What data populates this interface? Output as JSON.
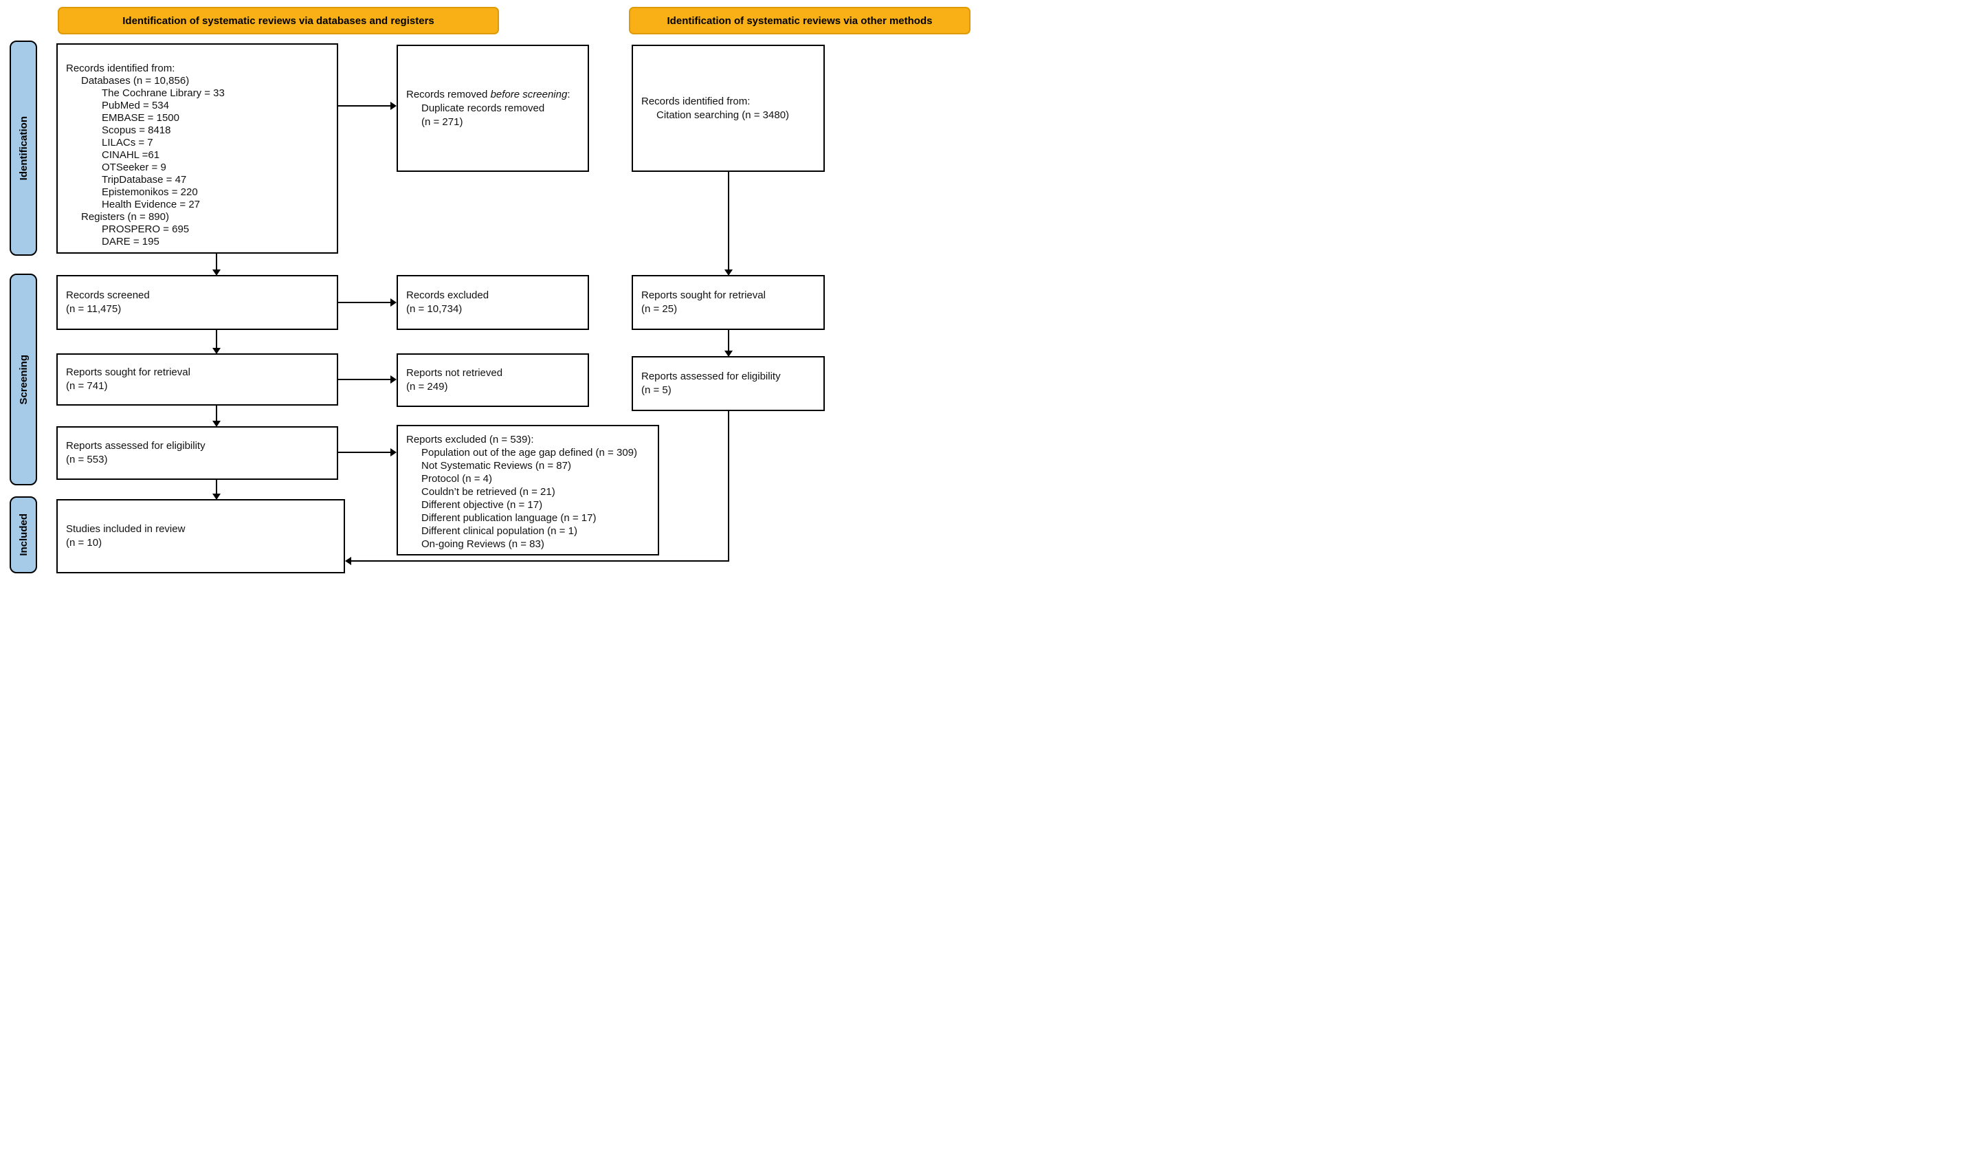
{
  "headers": {
    "databases_registers": "Identification of systematic reviews via databases and registers",
    "other_methods": "Identification of systematic reviews via other methods"
  },
  "stages": [
    {
      "id": "identification",
      "label": "Identification"
    },
    {
      "id": "screening",
      "label": "Screening"
    },
    {
      "id": "included",
      "label": "Included"
    }
  ],
  "colors": {
    "header_bg": "#F9B016",
    "header_border": "#DE9A05",
    "stage_bg": "#A5CBE9",
    "box_border": "#000000",
    "line": "#000000"
  },
  "boxes": {
    "records_identified": {
      "lines": [
        {
          "indent": 0,
          "runs": [
            {
              "text": "Records identified from:"
            }
          ]
        },
        {
          "indent": 1,
          "runs": [
            {
              "text": "Databases (n = 10,856)"
            }
          ]
        },
        {
          "indent": 2,
          "runs": [
            {
              "text": "The Cochrane Library = 33"
            }
          ]
        },
        {
          "indent": 2,
          "runs": [
            {
              "text": "PubMed = 534"
            }
          ]
        },
        {
          "indent": 2,
          "runs": [
            {
              "text": "EMBASE = 1500"
            }
          ]
        },
        {
          "indent": 2,
          "runs": [
            {
              "text": "Scopus = 8418"
            }
          ]
        },
        {
          "indent": 2,
          "runs": [
            {
              "text": "LILACs = 7"
            }
          ]
        },
        {
          "indent": 2,
          "runs": [
            {
              "text": "CINAHL =61"
            }
          ]
        },
        {
          "indent": 2,
          "runs": [
            {
              "text": "OTSeeker = 9"
            }
          ]
        },
        {
          "indent": 2,
          "runs": [
            {
              "text": "TripDatabase = 47"
            }
          ]
        },
        {
          "indent": 2,
          "runs": [
            {
              "text": "Epistemonikos = 220"
            }
          ]
        },
        {
          "indent": 2,
          "runs": [
            {
              "text": "Health Evidence = 27"
            }
          ]
        },
        {
          "indent": 1,
          "runs": [
            {
              "text": "Registers (n = 890)"
            }
          ]
        },
        {
          "indent": 2,
          "runs": [
            {
              "text": "PROSPERO = 695"
            }
          ]
        },
        {
          "indent": 2,
          "runs": [
            {
              "text": "DARE = 195"
            }
          ]
        }
      ]
    },
    "records_removed": {
      "lines": [
        {
          "indent": 0,
          "runs": [
            {
              "text": "Records removed "
            },
            {
              "text": "before screening",
              "italic": true
            },
            {
              "text": ":"
            }
          ]
        },
        {
          "indent": 1,
          "runs": [
            {
              "text": "Duplicate records removed"
            }
          ]
        },
        {
          "indent": 1,
          "runs": [
            {
              "text": "(n = 271)"
            }
          ]
        }
      ]
    },
    "citation_records": {
      "lines": [
        {
          "indent": 0,
          "runs": [
            {
              "text": "Records identified from:"
            }
          ]
        },
        {
          "indent": 1,
          "runs": [
            {
              "text": "Citation searching (n = 3480)"
            }
          ]
        }
      ]
    },
    "records_screened": {
      "lines": [
        {
          "indent": 0,
          "runs": [
            {
              "text": "Records screened"
            }
          ]
        },
        {
          "indent": 0,
          "runs": [
            {
              "text": "(n = 11,475)"
            }
          ]
        }
      ]
    },
    "records_excluded": {
      "lines": [
        {
          "indent": 0,
          "runs": [
            {
              "text": "Records excluded"
            }
          ]
        },
        {
          "indent": 0,
          "runs": [
            {
              "text": "(n = 10,734)"
            }
          ]
        }
      ]
    },
    "reports_sought_other": {
      "lines": [
        {
          "indent": 0,
          "runs": [
            {
              "text": "Reports sought for retrieval"
            }
          ]
        },
        {
          "indent": 0,
          "runs": [
            {
              "text": "(n = 25)"
            }
          ]
        }
      ]
    },
    "reports_sought": {
      "lines": [
        {
          "indent": 0,
          "runs": [
            {
              "text": "Reports sought for retrieval"
            }
          ]
        },
        {
          "indent": 0,
          "runs": [
            {
              "text": "(n = 741)"
            }
          ]
        }
      ]
    },
    "reports_not_retrieved": {
      "lines": [
        {
          "indent": 0,
          "runs": [
            {
              "text": "Reports not retrieved"
            }
          ]
        },
        {
          "indent": 0,
          "runs": [
            {
              "text": "(n = 249)"
            }
          ]
        }
      ]
    },
    "reports_assessed_other": {
      "lines": [
        {
          "indent": 0,
          "runs": [
            {
              "text": "Reports assessed for eligibility"
            }
          ]
        },
        {
          "indent": 0,
          "runs": [
            {
              "text": "(n = 5)"
            }
          ]
        }
      ]
    },
    "reports_assessed": {
      "lines": [
        {
          "indent": 0,
          "runs": [
            {
              "text": "Reports assessed for eligibility"
            }
          ]
        },
        {
          "indent": 0,
          "runs": [
            {
              "text": "(n = 553)"
            }
          ]
        }
      ]
    },
    "reports_excluded": {
      "lines": [
        {
          "indent": 0,
          "runs": [
            {
              "text": "Reports excluded (n = 539):"
            }
          ]
        },
        {
          "indent": 1,
          "runs": [
            {
              "text": "Population out of the age gap defined (n = 309)"
            }
          ]
        },
        {
          "indent": 1,
          "runs": [
            {
              "text": "Not Systematic Reviews (n = 87)"
            }
          ]
        },
        {
          "indent": 1,
          "runs": [
            {
              "text": "Protocol (n = 4)"
            }
          ]
        },
        {
          "indent": 1,
          "runs": [
            {
              "text": "Couldn’t be retrieved (n = 21)"
            }
          ]
        },
        {
          "indent": 1,
          "runs": [
            {
              "text": "Different objective (n = 17)"
            }
          ]
        },
        {
          "indent": 1,
          "runs": [
            {
              "text": "Different publication language (n = 17)"
            }
          ]
        },
        {
          "indent": 1,
          "runs": [
            {
              "text": "Different clinical population (n = 1)"
            }
          ]
        },
        {
          "indent": 1,
          "runs": [
            {
              "text": "On-going Reviews (n = 83)"
            }
          ]
        }
      ]
    },
    "studies_included": {
      "lines": [
        {
          "indent": 0,
          "runs": [
            {
              "text": "Studies included in review"
            }
          ]
        },
        {
          "indent": 0,
          "runs": [
            {
              "text": "(n = 10)"
            }
          ]
        }
      ]
    }
  }
}
